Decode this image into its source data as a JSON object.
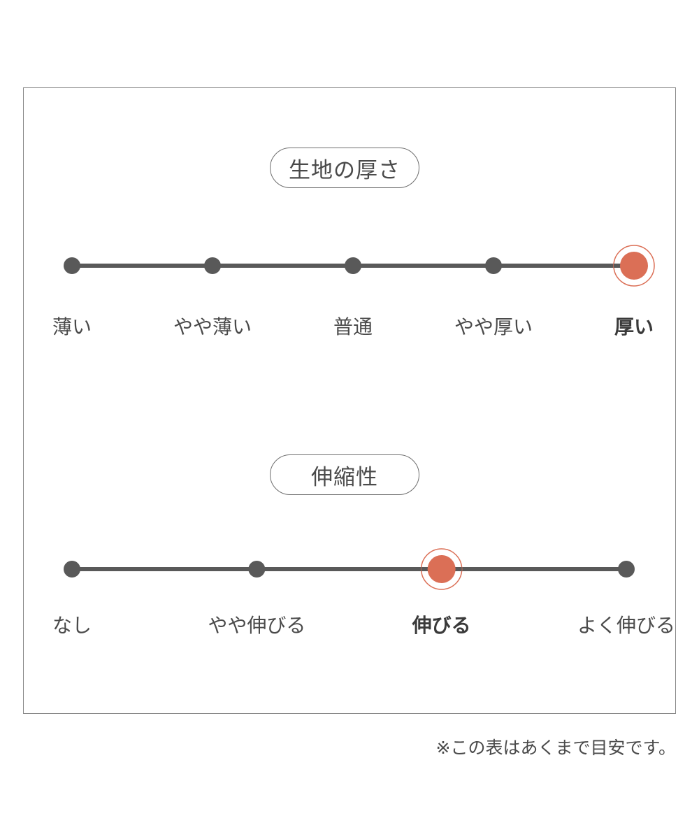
{
  "sections": [
    {
      "title": "生地の厚さ",
      "levels": [
        "薄い",
        "やや薄い",
        "普通",
        "やや厚い",
        "厚い"
      ],
      "selected_index": 4
    },
    {
      "title": "伸縮性",
      "levels": [
        "なし",
        "やや伸びる",
        "伸びる",
        "よく伸びる"
      ],
      "selected_index": 2
    }
  ],
  "note": "※この表はあくまで目安です。",
  "colors": {
    "line": "#595959",
    "dot": "#595959",
    "selected": "#db6f56",
    "selected_ring": "#db6f56",
    "frame": "#8a8a8a"
  }
}
